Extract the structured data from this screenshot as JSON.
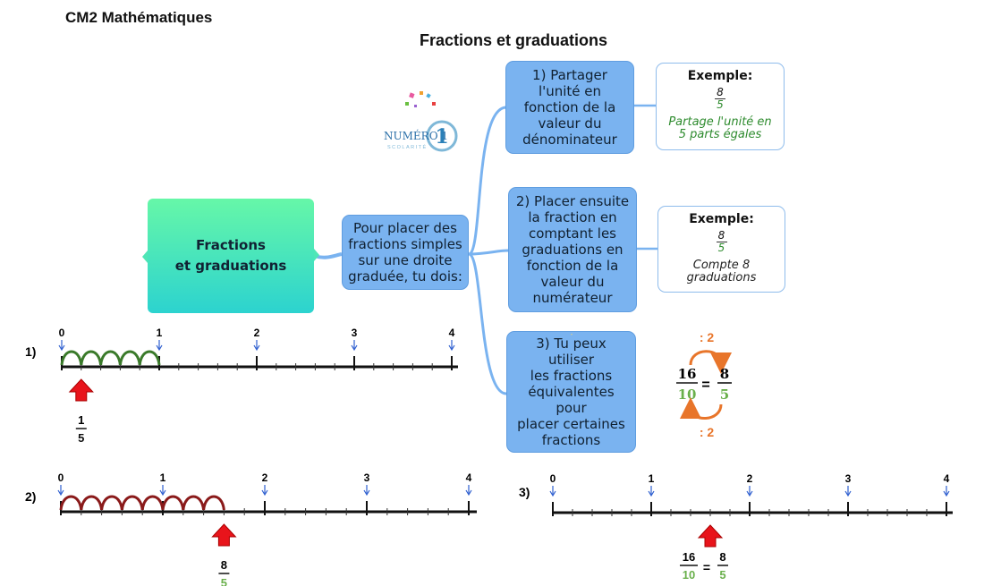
{
  "header": {
    "subject": "CM2 Mathématiques",
    "title": "Fractions et graduations"
  },
  "logo": {
    "name": "NUMÉRO 1",
    "tagline": "SCOLARITÉ"
  },
  "central_node": {
    "line1": "Fractions",
    "line2": "et graduations"
  },
  "intro_node": {
    "lines": [
      "Pour placer des",
      "fractions simples",
      "sur une droite",
      "graduée, tu dois:"
    ]
  },
  "steps": [
    {
      "lines": [
        "1) Partager",
        "l'unité en",
        "fonction de la",
        "valeur du",
        "dénominateur"
      ]
    },
    {
      "lines": [
        "2) Placer ensuite",
        "la fraction en",
        "comptant les",
        "graduations en",
        "fonction de la",
        "valeur du",
        "numérateur"
      ]
    },
    {
      "lines": [
        "3) Tu peux utiliser",
        "les fractions",
        "équivalentes pour",
        "placer certaines",
        "fractions"
      ]
    }
  ],
  "examples": [
    {
      "heading": "Exemple:",
      "numerator": "8",
      "denominator": "5",
      "desc": [
        "Partage l'unité en",
        "5 parts égales"
      ],
      "desc_color": "#2e8b2e"
    },
    {
      "heading": "Exemple:",
      "numerator": "8",
      "denominator": "5",
      "desc": [
        "Compte 8",
        "graduations"
      ],
      "desc_color": "#222222"
    }
  ],
  "equivalence": {
    "top_label": ": 2",
    "bottom_label": ": 2",
    "left": {
      "num": "16",
      "den": "10"
    },
    "right": {
      "num": "8",
      "den": "5"
    },
    "equals": "="
  },
  "number_lines": [
    {
      "label": "1)",
      "ticks": [
        "0",
        "1",
        "2",
        "3",
        "4"
      ],
      "subdivisions": 5,
      "arcs": 5,
      "arc_color": "#3a7a2a",
      "arrow_at": 0.2,
      "answer": {
        "type": "fraction",
        "num": "1",
        "den": "5"
      }
    },
    {
      "label": "2)",
      "ticks": [
        "0",
        "1",
        "2",
        "3",
        "4"
      ],
      "subdivisions": 5,
      "arcs": 8,
      "arc_color": "#8a1a1a",
      "arrow_at": 1.6,
      "answer": {
        "type": "fraction",
        "num": "8",
        "den": "5"
      }
    },
    {
      "label": "3)",
      "ticks": [
        "0",
        "1",
        "2",
        "3",
        "4"
      ],
      "subdivisions": 5,
      "arcs": 0,
      "arc_color": "",
      "arrow_at": 1.6,
      "answer": {
        "type": "equivalence",
        "left_num": "16",
        "left_den": "10",
        "equals": "=",
        "right_num": "8",
        "right_den": "5"
      }
    }
  ],
  "colors": {
    "box_blue": "#7ab3f0",
    "connector": "#7ab3f0",
    "green_text": "#2e8b2e",
    "denominator_green": "#6ab04c",
    "arrow_red": "#e8141b",
    "eq_orange": "#e8752a",
    "tick_blue": "#3060d0"
  }
}
